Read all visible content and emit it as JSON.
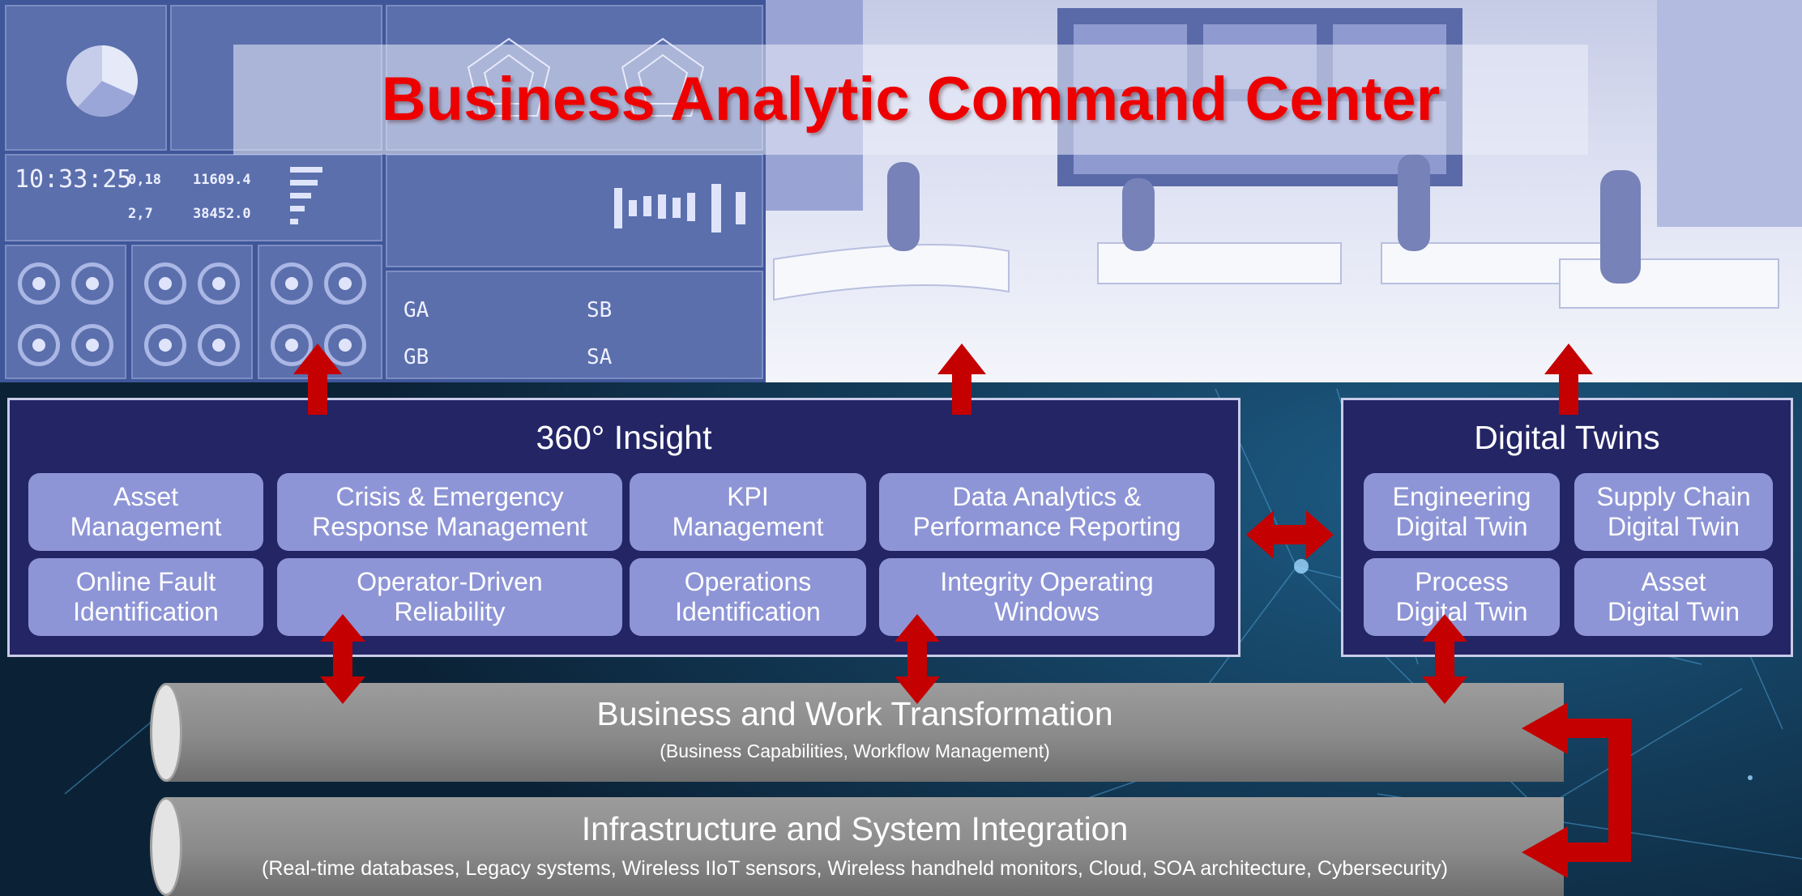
{
  "header": {
    "title": "Business Analytic Command Center"
  },
  "dashboard": {
    "clock_time": "10:33:25",
    "readout_1": "0,18",
    "readout_2": "11609.4",
    "readout_3": "2,7",
    "readout_4": "38452.0",
    "grade_1": "GA",
    "grade_2": "SB",
    "grade_3": "GB",
    "grade_4": "SA"
  },
  "insight_panel": {
    "title": "360° Insight",
    "boxes": [
      {
        "line1": "Asset",
        "line2": "Management"
      },
      {
        "line1": "Crisis & Emergency",
        "line2": "Response Management"
      },
      {
        "line1": "KPI",
        "line2": "Management"
      },
      {
        "line1": "Data Analytics &",
        "line2": "Performance Reporting"
      },
      {
        "line1": "Online Fault",
        "line2": "Identification"
      },
      {
        "line1": "Operator-Driven",
        "line2": "Reliability"
      },
      {
        "line1": "Operations",
        "line2": "Identification"
      },
      {
        "line1": "Integrity Operating",
        "line2": "Windows"
      }
    ]
  },
  "twins_panel": {
    "title": "Digital Twins",
    "boxes": [
      {
        "line1": "Engineering",
        "line2": "Digital Twin"
      },
      {
        "line1": "Supply Chain",
        "line2": "Digital Twin"
      },
      {
        "line1": "Process",
        "line2": "Digital Twin"
      },
      {
        "line1": "Asset",
        "line2": "Digital Twin"
      }
    ]
  },
  "layers": [
    {
      "title": "Business and Work Transformation",
      "subtitle": "(Business Capabilities, Workflow Management)"
    },
    {
      "title": "Infrastructure and System Integration",
      "subtitle": "(Real-time databases, Legacy systems, Wireless IIoT sensors, Wireless handheld monitors, Cloud, SOA architecture, Cybersecurity)"
    }
  ],
  "colors": {
    "title_red": "#ee0000",
    "arrow_red": "#c40000",
    "panel_navy": "#232565",
    "box_lavender": "#8e95d6",
    "cylinder_gray": "#8f8f8f",
    "background_dark": "#0b2236"
  }
}
